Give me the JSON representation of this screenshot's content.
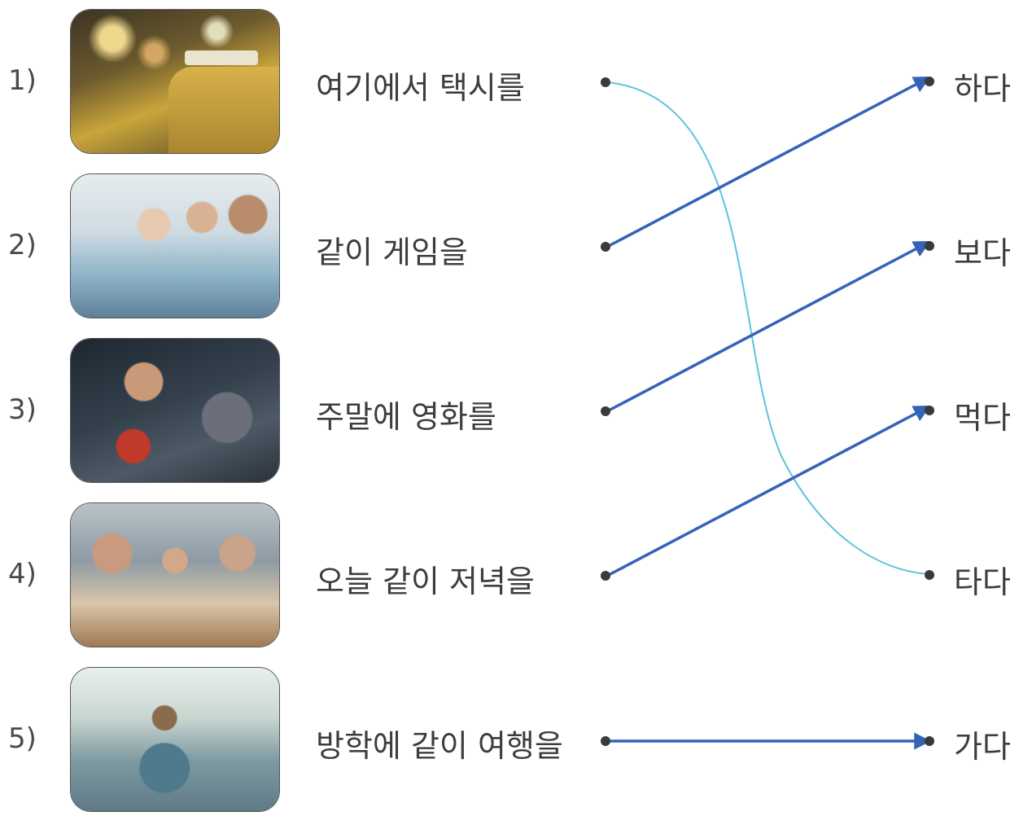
{
  "rows": [
    {
      "num": "1)",
      "prompt": "여기에서 택시를",
      "photo": "taxi-photo"
    },
    {
      "num": "2)",
      "prompt": "같이 게임을",
      "photo": "friends-gaming-photo"
    },
    {
      "num": "3)",
      "prompt": "주말에 영화를",
      "photo": "cinema-popcorn-photo"
    },
    {
      "num": "4)",
      "prompt": "오늘 같이 저녁을",
      "photo": "friends-dinner-photo"
    },
    {
      "num": "5)",
      "prompt": "방학에 같이 여행을",
      "photo": "traveler-street-photo"
    }
  ],
  "verbs": [
    "하다",
    "보다",
    "먹다",
    "타다",
    "가다"
  ],
  "connections": [
    {
      "from": "1)",
      "to": "타다"
    },
    {
      "from": "2)",
      "to": "하다"
    },
    {
      "from": "3)",
      "to": "보다"
    },
    {
      "from": "4)",
      "to": "먹다"
    },
    {
      "from": "5)",
      "to": "가다"
    }
  ],
  "colors": {
    "drawn_line": "#3563b8",
    "curve_line": "#5ec3e0",
    "dot": "#3a3a3a"
  }
}
